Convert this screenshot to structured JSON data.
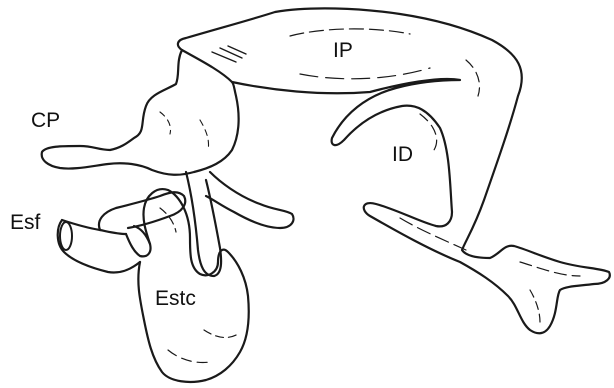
{
  "labels": {
    "ip": "IP",
    "id": "ID",
    "cp": "CP",
    "esf": "Esf",
    "estc": "Estc"
  },
  "colors": {
    "ink": "#111111",
    "background": "#ffffff"
  }
}
